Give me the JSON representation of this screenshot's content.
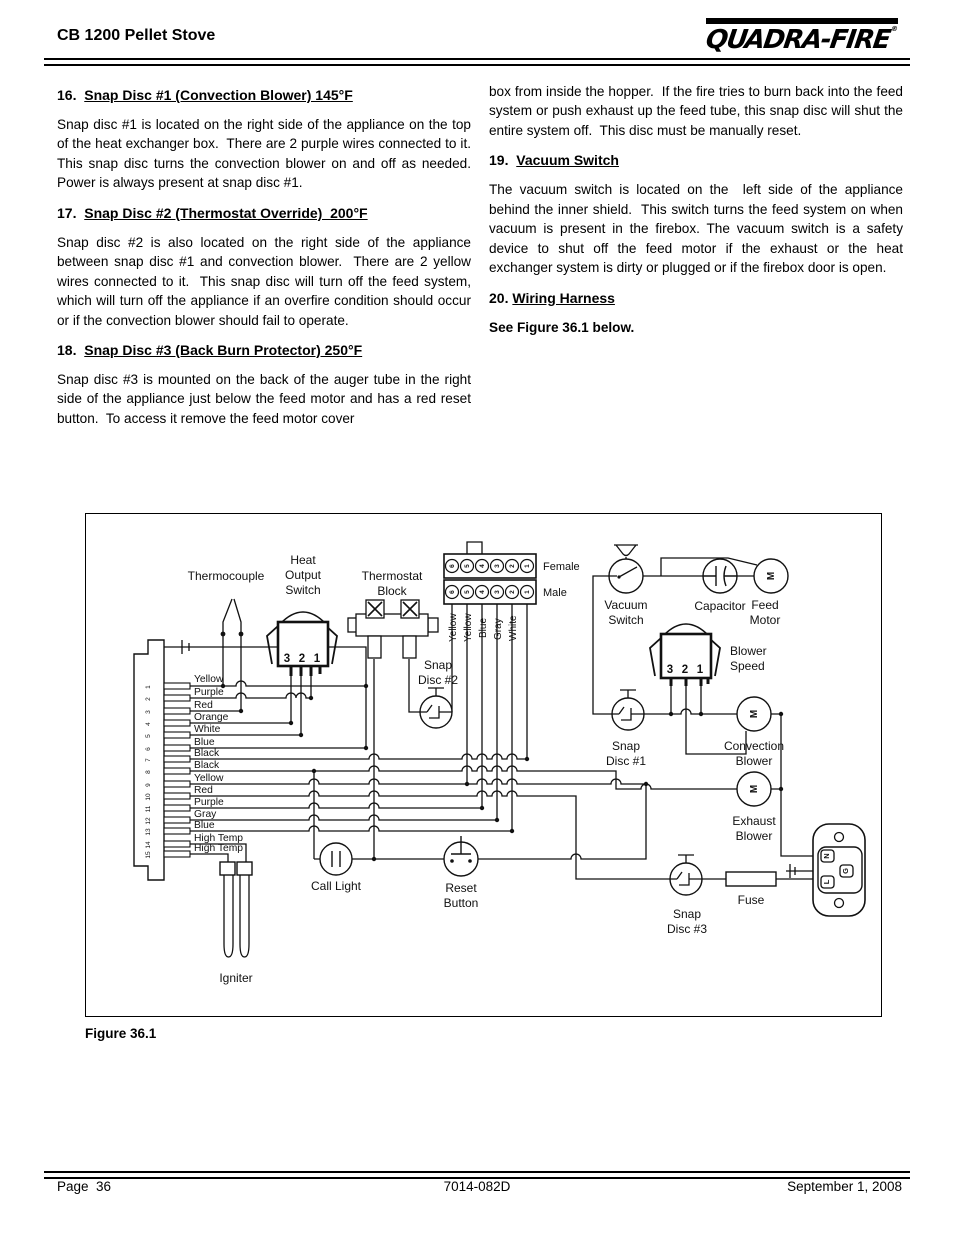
{
  "header": {
    "title": "CB 1200 Pellet Stove",
    "logo": "QUADRA-FIRE",
    "registered": "®"
  },
  "left_sections": [
    {
      "number": "16.",
      "heading": "Snap Disc #1 (Convection Blower) 145°F",
      "body": "Snap disc #1 is located on the right side of the appliance on the top of the heat exchanger box.  There are 2 purple wires connected to it.  This snap disc turns the convection blower on and off as needed.  Power is always present at snap disc #1."
    },
    {
      "number": "17.",
      "heading": "Snap Disc #2 (Thermostat Override)  200°F",
      "body": "Snap disc #2 is also located on the right side of the appliance between snap disc #1 and convection blower.  There are 2 yellow wires connected to it.  This snap disc will turn off the feed system, which will turn off the appliance if an overfire condition should occur or if the convection blower should fail to operate."
    },
    {
      "number": "18.",
      "heading": "Snap Disc #3 (Back Burn Protector) 250°F",
      "body": "Snap disc #3 is mounted on the back of the auger tube in the right side of the appliance just below the feed motor and has a red reset button.  To access it remove the feed motor cover"
    }
  ],
  "right_column": {
    "intro": "box from inside the hopper.  If the fire tries to burn back into the feed system or push exhaust up the feed tube, this snap disc will shut the entire system off.  This disc must be manually reset.",
    "sections": [
      {
        "number": "19.",
        "heading": "Vacuum Switch",
        "body": "The vacuum switch is located on the  left side of the appliance behind the inner shield.  This switch turns the feed system on when vacuum is present in the firebox. The vacuum switch is a safety device to shut off the feed motor if the exhaust or the heat exchanger system is dirty or plugged or if the firebox door is open."
      },
      {
        "number": "20.",
        "heading": "Wiring Harness",
        "body": ""
      }
    ],
    "note": "See Figure 36.1 below."
  },
  "figure": {
    "caption": "Figure 36.1",
    "labels": {
      "thermocouple": "Thermocouple",
      "heat_output": [
        "Heat",
        "Output",
        "Switch"
      ],
      "thermostat": [
        "Thermostat",
        "Block"
      ],
      "snap2": [
        "Snap",
        "Disc #2"
      ],
      "female": "Female",
      "male": "Male",
      "vacuum": [
        "Vacuum",
        "Switch"
      ],
      "capacitor": "Capacitor",
      "feed": [
        "Feed",
        "Motor"
      ],
      "blower_speed": [
        "Blower",
        "Speed"
      ],
      "snap1": [
        "Snap",
        "Disc #1"
      ],
      "convection": [
        "Convection",
        "Blower"
      ],
      "exhaust": [
        "Exhaust",
        "Blower"
      ],
      "call_light": "Call Light",
      "reset": [
        "Reset",
        "Button"
      ],
      "snap3": [
        "Snap",
        "Disc #3"
      ],
      "fuse": "Fuse",
      "igniter": "Igniter",
      "motor": "M"
    },
    "rocker": [
      "3",
      "2",
      "1"
    ],
    "connector_pins": [
      "6",
      "5",
      "4",
      "3",
      "2",
      "1"
    ],
    "connector_colors": [
      "Yellow",
      "Yellow",
      "Blue",
      "Gray",
      "White"
    ],
    "plug": [
      "N",
      "G",
      "L"
    ],
    "wires": [
      "Yellow",
      "Purple",
      "Red",
      "Orange",
      "White",
      "Blue",
      "Black",
      "Black",
      "Yellow",
      "Red",
      "Purple",
      "Gray",
      "Blue",
      "High Temp",
      "High Temp"
    ],
    "board_pins": [
      "1",
      "2",
      "3",
      "4",
      "5",
      "6",
      "7",
      "8",
      "9",
      "10",
      "11",
      "12",
      "13",
      "14",
      "15"
    ]
  },
  "footer": {
    "page": "Page  36",
    "doc": "7014-082D",
    "date": "September 1, 2008"
  }
}
